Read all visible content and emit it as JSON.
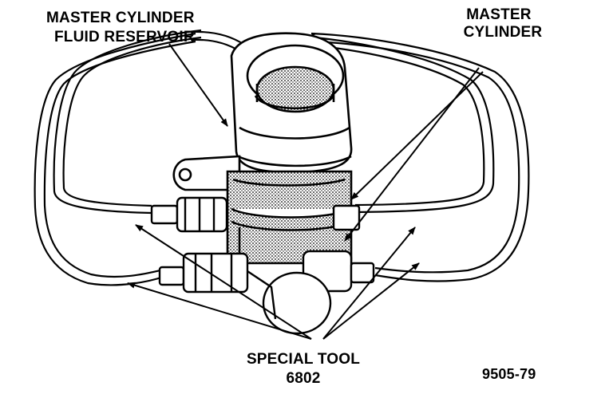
{
  "labels": {
    "reservoir_line1": "MASTER CYLINDER",
    "reservoir_line2": "FLUID RESERVOIR",
    "cylinder_line1": "MASTER",
    "cylinder_line2": "CYLINDER",
    "tool_line1": "SPECIAL TOOL",
    "tool_line2": "6802",
    "figure_number": "9505-79"
  },
  "colors": {
    "ink": "#000000",
    "paper": "#ffffff"
  }
}
